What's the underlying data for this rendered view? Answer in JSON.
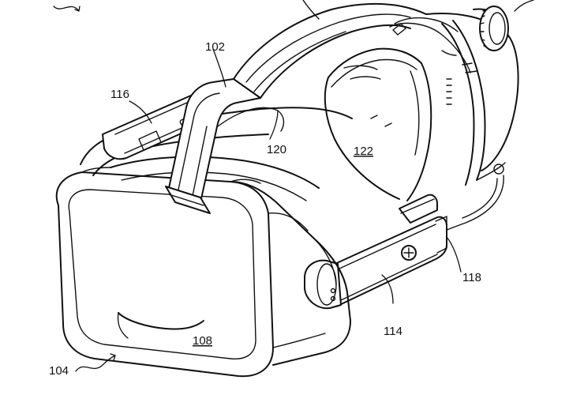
{
  "figure": {
    "labels": {
      "l102": "102",
      "l104": "104",
      "l108": "108",
      "l114": "114",
      "l116": "116",
      "l118": "118",
      "l120": "120",
      "l122": "122"
    }
  }
}
